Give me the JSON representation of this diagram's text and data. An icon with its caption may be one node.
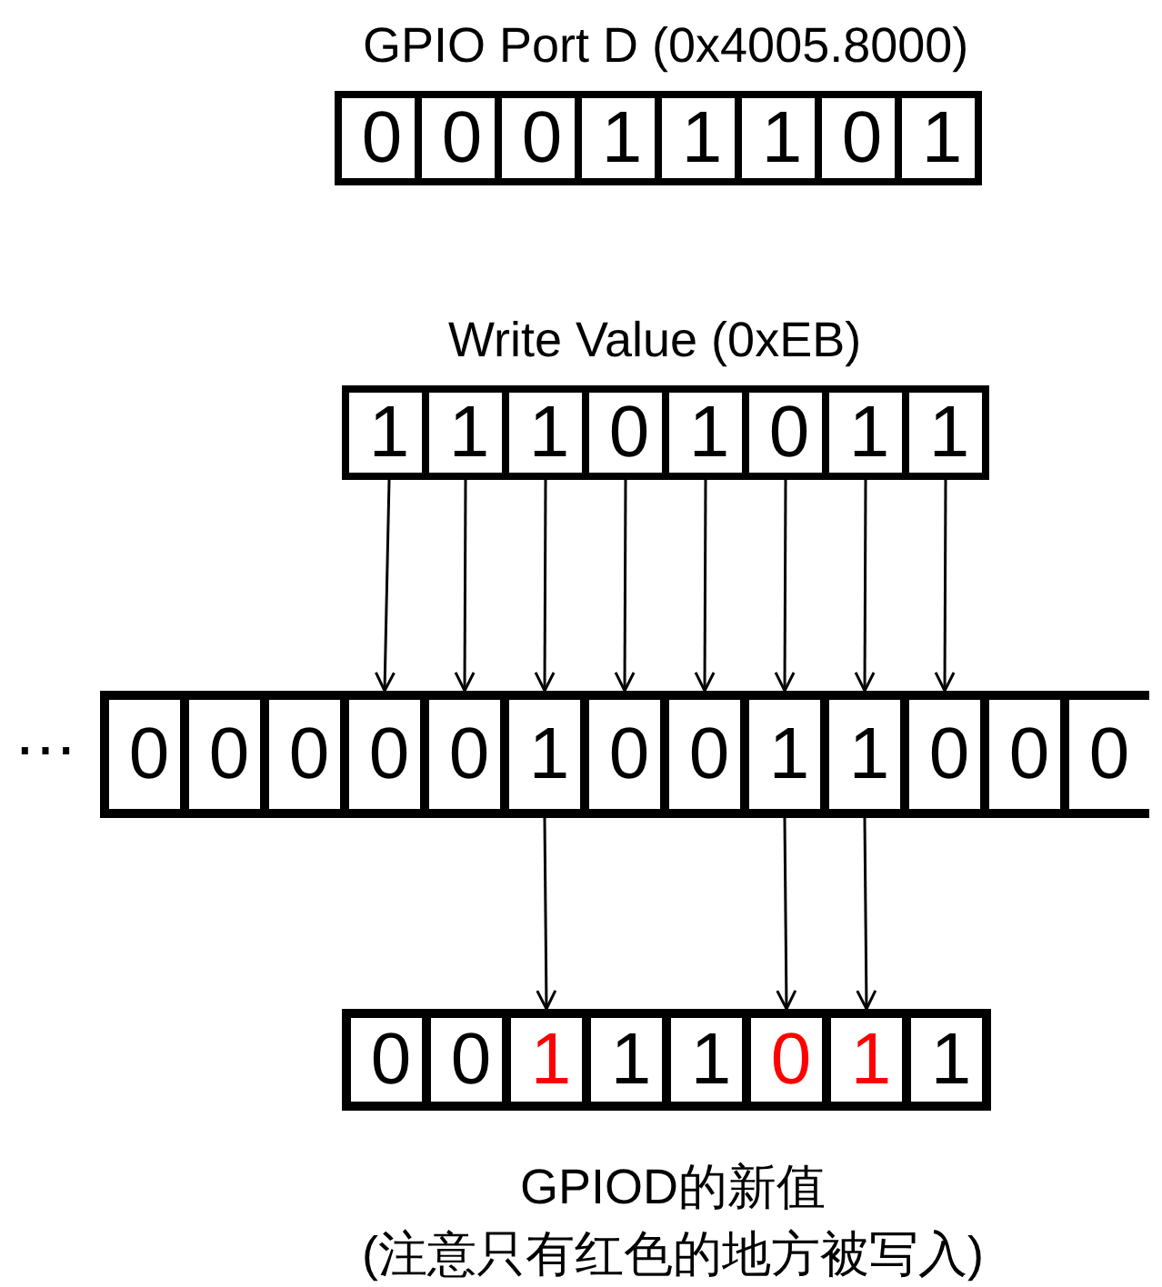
{
  "diagram": {
    "nodes": [
      {
        "text": [
          "GPIO Port D (0x4005.8000)"
        ]
      },
      {
        "text": [
          "0"
        ],
        "in": 0
      },
      {
        "text": [
          "0"
        ],
        "in": 0
      },
      {
        "text": [
          "0"
        ],
        "in": 0
      },
      {
        "text": [
          "1"
        ],
        "in": 0
      },
      {
        "text": [
          "1"
        ],
        "in": 0
      },
      {
        "text": [
          "1"
        ],
        "in": 0
      },
      {
        "text": [
          "0"
        ],
        "in": 0
      },
      {
        "text": [
          "1"
        ],
        "in": 0
      },
      {
        "text": [
          "Write Value (0xEB)"
        ]
      },
      {
        "text": [
          "1"
        ],
        "in": 9
      },
      {
        "text": [
          "1"
        ],
        "in": 9
      },
      {
        "text": [
          "1"
        ],
        "in": 9
      },
      {
        "text": [
          "0"
        ],
        "in": 9
      },
      {
        "text": [
          "1"
        ],
        "in": 9
      },
      {
        "text": [
          "0"
        ],
        "in": 9
      },
      {
        "text": [
          "1"
        ],
        "in": 9
      },
      {
        "text": [
          "1"
        ],
        "in": 9
      },
      {
        "text": [],
        "shape": "bar"
      },
      {
        "text": [
          "0"
        ],
        "in": 18
      },
      {
        "text": [
          "0"
        ],
        "in": 18
      },
      {
        "text": [
          "0"
        ],
        "in": 18
      },
      {
        "text": [
          "0"
        ],
        "in": 18
      },
      {
        "text": [
          "0"
        ],
        "in": 18
      },
      {
        "text": [
          "1"
        ],
        "in": 18
      },
      {
        "text": [
          "0"
        ],
        "in": 18
      },
      {
        "text": [
          "0"
        ],
        "in": 18
      },
      {
        "text": [
          "1"
        ],
        "in": 18
      },
      {
        "text": [
          "1"
        ],
        "in": 18
      },
      {
        "text": [
          "0"
        ],
        "in": 18
      },
      {
        "text": [
          "0"
        ],
        "in": 18
      },
      {
        "text": [
          "0"
        ],
        "in": 18
      },
      {
        "text": [
          "GPIOD的新值",
          "(注意只有红色的地方被写入)"
        ]
      },
      {
        "text": [
          "0"
        ],
        "in": 32
      },
      {
        "text": [
          "0"
        ],
        "in": 32
      },
      {
        "text": [
          "1"
        ],
        "in": 32
      },
      {
        "text": [
          "1"
        ],
        "in": 32
      },
      {
        "text": [
          "1"
        ],
        "in": 32
      },
      {
        "text": [
          "0"
        ],
        "in": 32
      },
      {
        "text": [
          "1"
        ],
        "in": 32
      },
      {
        "text": [
          "1"
        ],
        "in": 32
      }
    ],
    "edges": [
      {
        "from": 10,
        "to": 22,
        "arrow": "to"
      },
      {
        "from": 11,
        "to": 23,
        "arrow": "to"
      },
      {
        "from": 12,
        "to": 24,
        "arrow": "to"
      },
      {
        "from": 13,
        "to": 25,
        "arrow": "to"
      },
      {
        "from": 14,
        "to": 26,
        "arrow": "to"
      },
      {
        "from": 15,
        "to": 27,
        "arrow": "to"
      },
      {
        "from": 16,
        "to": 28,
        "arrow": "to"
      },
      {
        "from": 17,
        "to": 29,
        "arrow": "to"
      },
      {
        "from": 24,
        "to": 35,
        "arrow": "to"
      },
      {
        "from": 27,
        "to": 38,
        "arrow": "to"
      },
      {
        "from": 28,
        "to": 39,
        "arrow": "to"
      }
    ],
    "labels": [
      "⋯"
    ]
  }
}
